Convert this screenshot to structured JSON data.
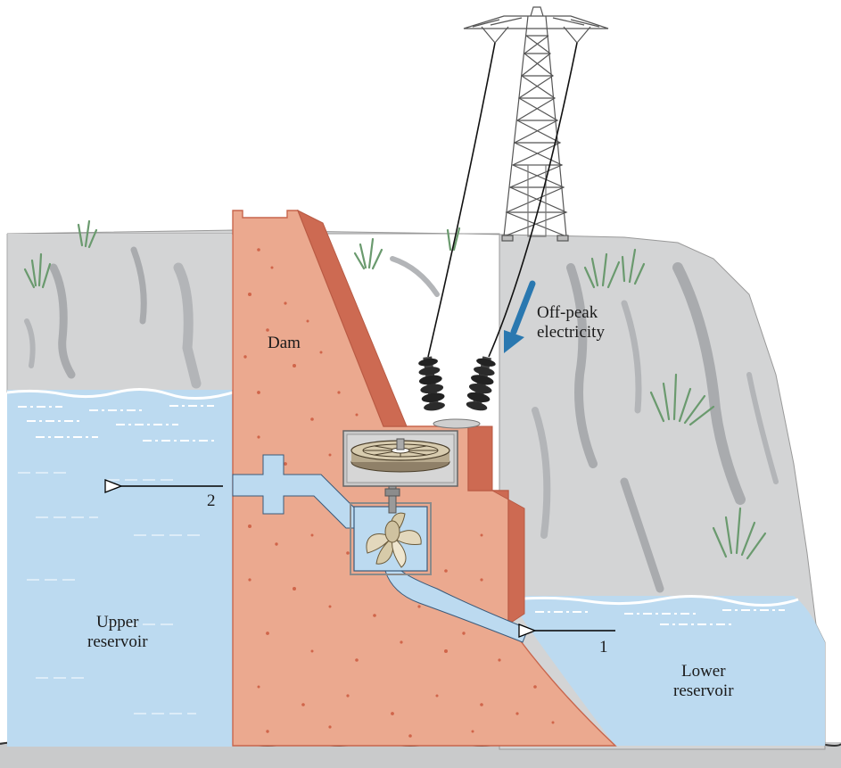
{
  "labels": {
    "dam": "Dam",
    "off_peak_line1": "Off-peak",
    "off_peak_line2": "electricity",
    "state_2": "2",
    "state_1": "1",
    "upper_line1": "Upper",
    "upper_line2": "reservoir",
    "lower_line1": "Lower",
    "lower_line2": "reservoir"
  },
  "colors": {
    "cliff": "#d3d4d5",
    "cliff_shadow": "#a9abae",
    "water": "#bcdaf0",
    "water_foam": "#ffffff",
    "dam_fill": "#eba98f",
    "dam_dots": "#d0654a",
    "dam_edge": "#cd6a52",
    "pipe_water": "#bcdaf0",
    "machinery": "#b8aa8e",
    "tower": "#555555",
    "insulator": "#333333",
    "electricity_arrow": "#2a78b0",
    "grass": "#6a9a6e",
    "ground": "#9a9a9a"
  },
  "icons": {
    "transmission_tower": "transmission-tower-icon",
    "insulators": "insulator-icon",
    "motor_generator": "motor-generator-icon",
    "pump_turbine": "pump-turbine-icon"
  }
}
